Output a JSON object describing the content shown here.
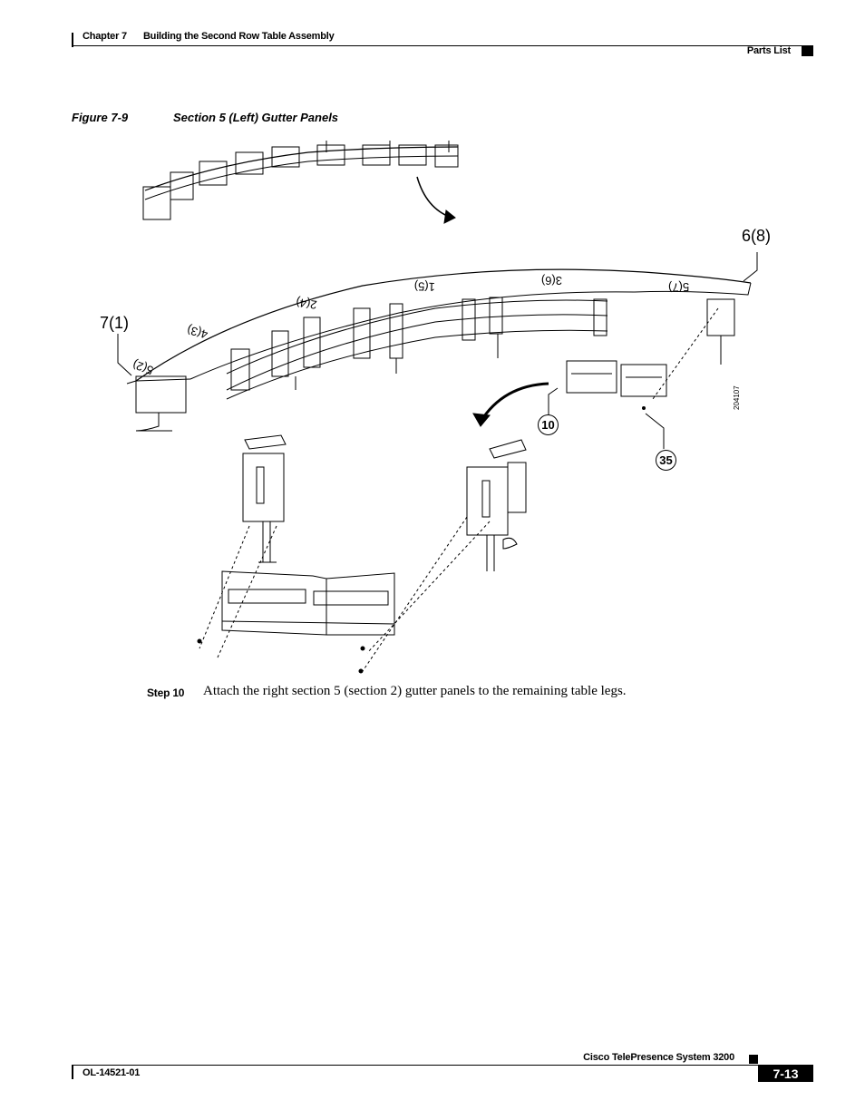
{
  "header": {
    "chapter": "Chapter 7",
    "chapter_title": "Building the Second Row Table Assembly",
    "section": "Parts List"
  },
  "figure": {
    "number": "Figure 7-9",
    "title": "Section 5 (Left) Gutter Panels",
    "callouts": {
      "left": "7(1)",
      "right": "6(8)",
      "part_10": "10",
      "part_35": "35"
    },
    "art_id": "204107",
    "table_segment_labels": [
      "5(2)",
      "4(3)",
      "2(4)",
      "1(5)",
      "3(6)",
      "5(7)"
    ]
  },
  "step": {
    "label": "Step 10",
    "text": "Attach the right section 5 (section 2) gutter panels to the remaining table legs."
  },
  "footer": {
    "doc_number": "OL-14521-01",
    "product": "Cisco TelePresence System 3200",
    "page": "7-13"
  }
}
